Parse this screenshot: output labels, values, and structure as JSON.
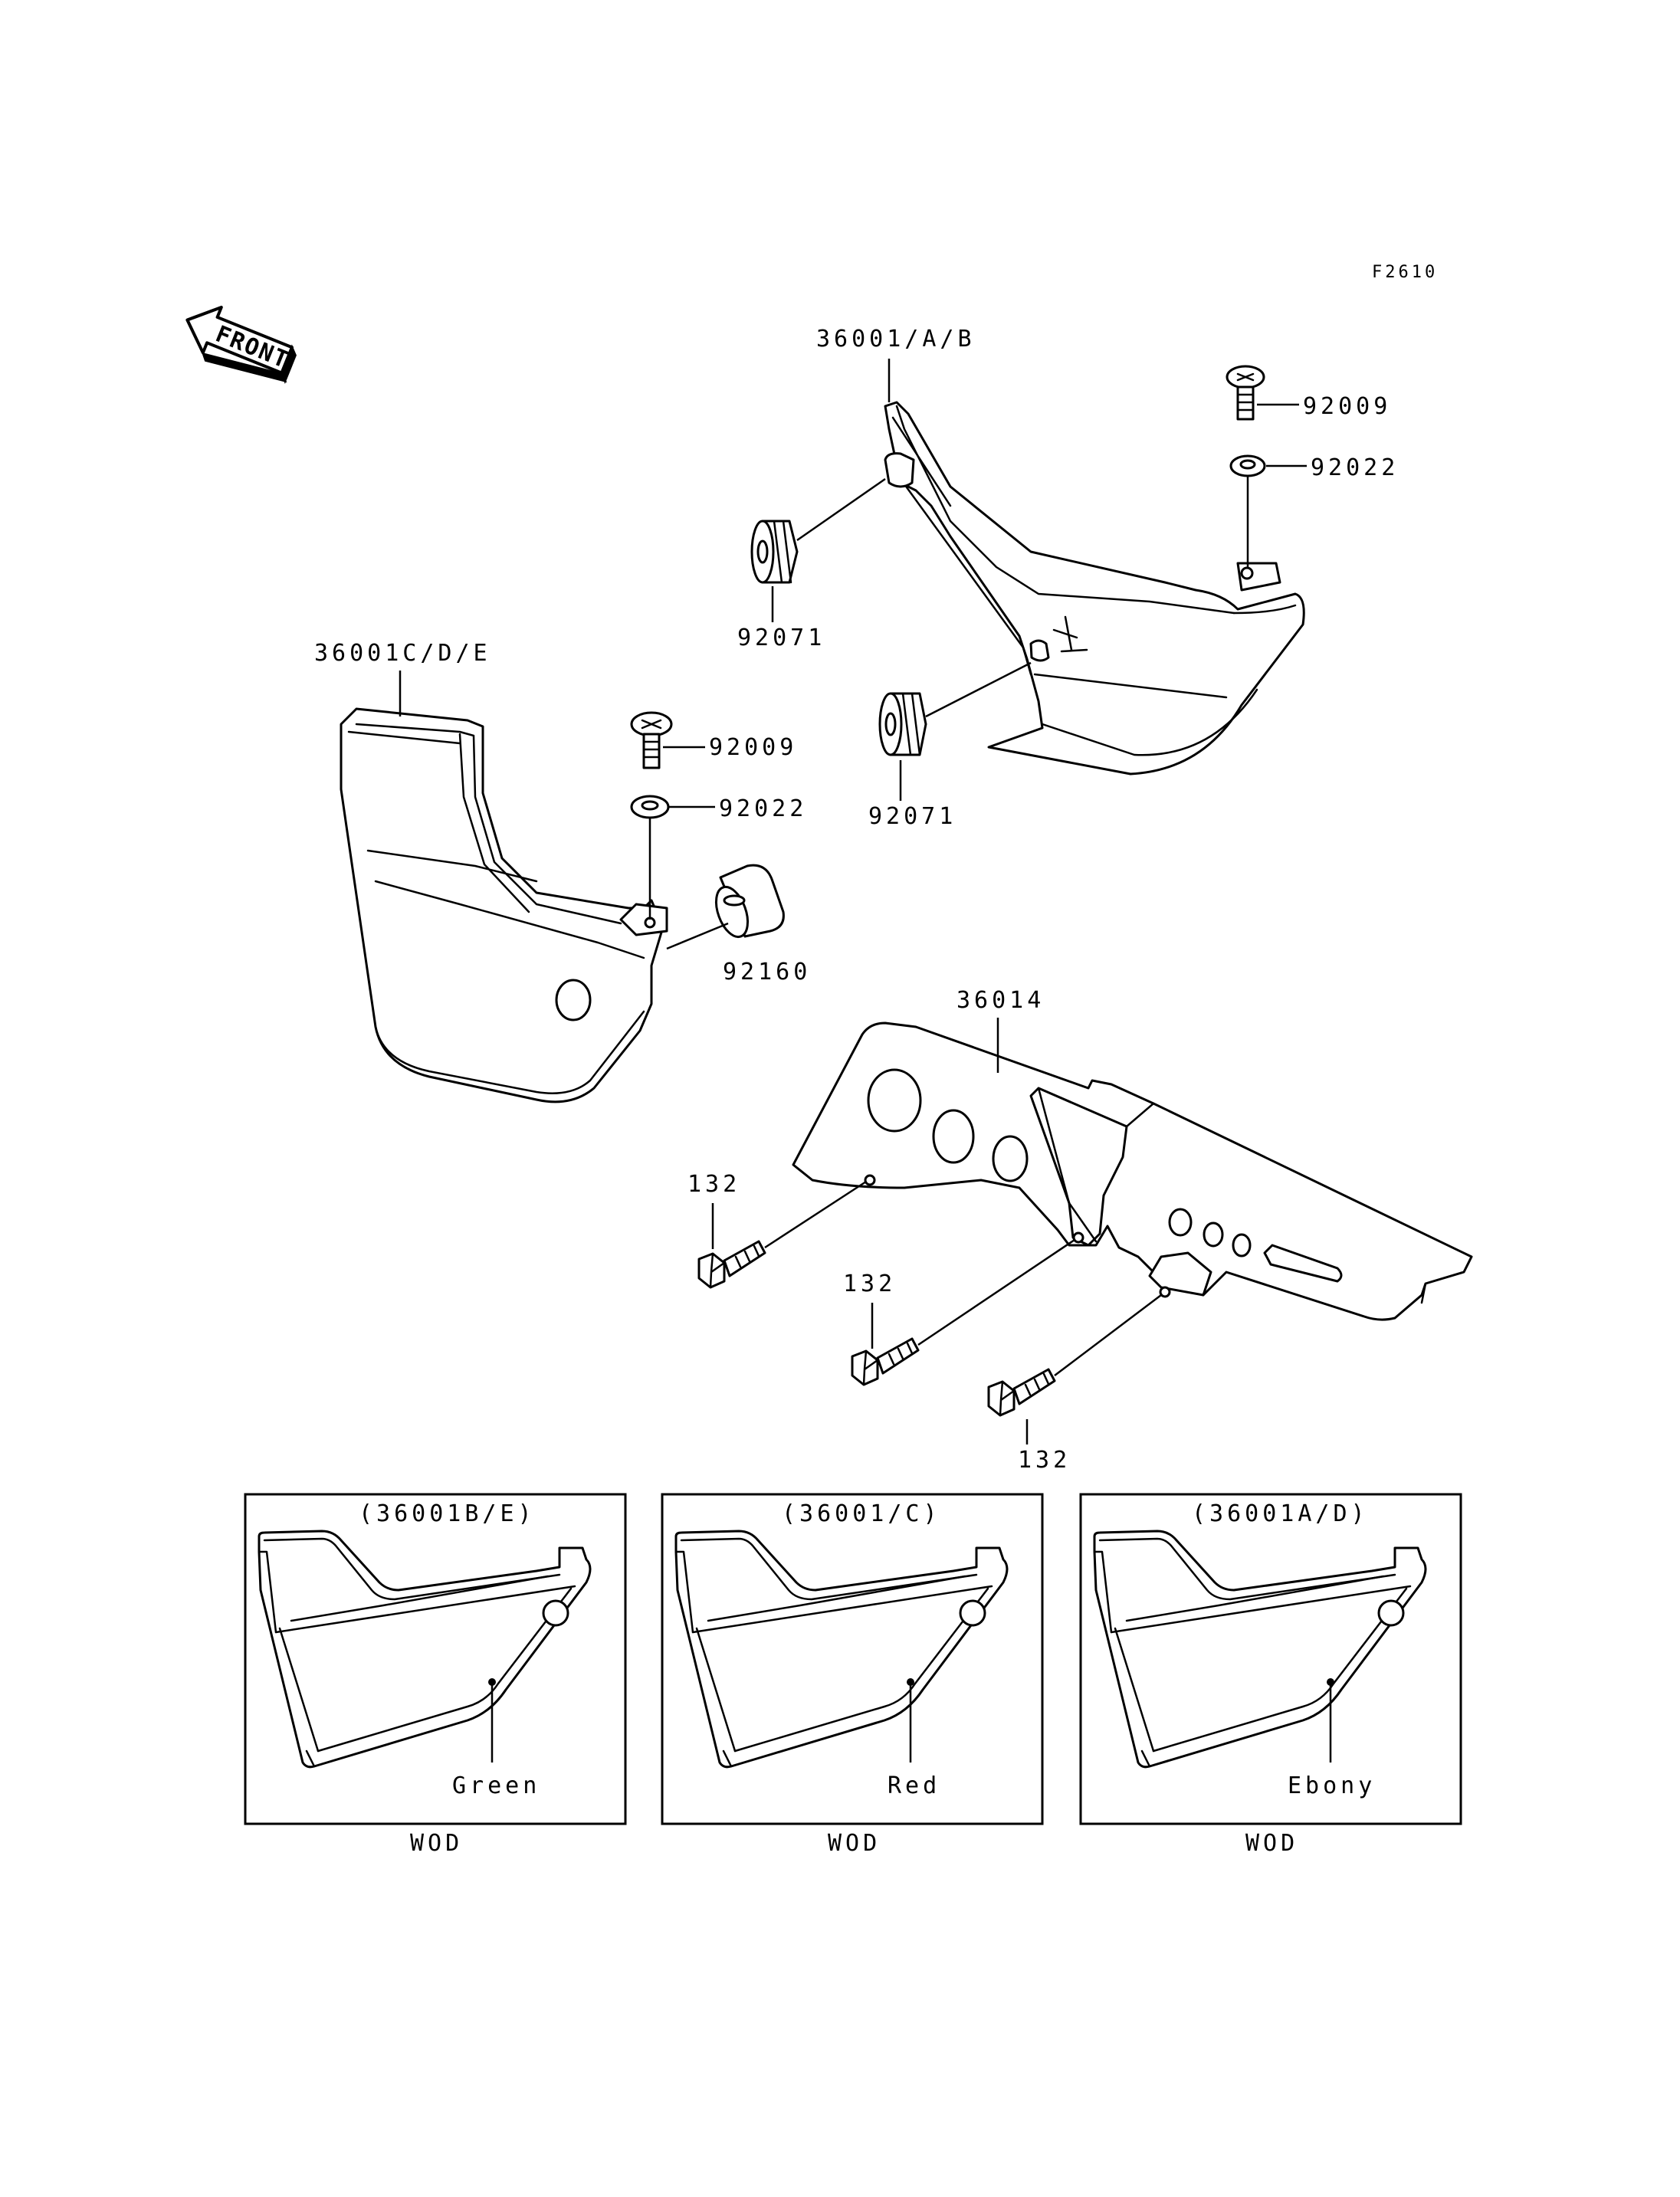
{
  "figure_code": "F2610",
  "front_label": "FRONT",
  "parts": {
    "cover_right": "36001/A/B",
    "cover_left": "36001C/D/E",
    "chain_cover": "36014",
    "screw_top": "92009",
    "washer_top": "92022",
    "grommet_upper": "92071",
    "grommet_lower": "92071",
    "screw_left": "92009",
    "washer_left": "92022",
    "collar": "92160",
    "bolt_1": "132",
    "bolt_2": "132",
    "bolt_3": "132"
  },
  "variants": [
    {
      "code": "(36001B/E)",
      "color": "Green",
      "note": "WOD"
    },
    {
      "code": "(36001/C)",
      "color": "Red",
      "note": "WOD"
    },
    {
      "code": "(36001A/D)",
      "color": "Ebony",
      "note": "WOD"
    }
  ]
}
